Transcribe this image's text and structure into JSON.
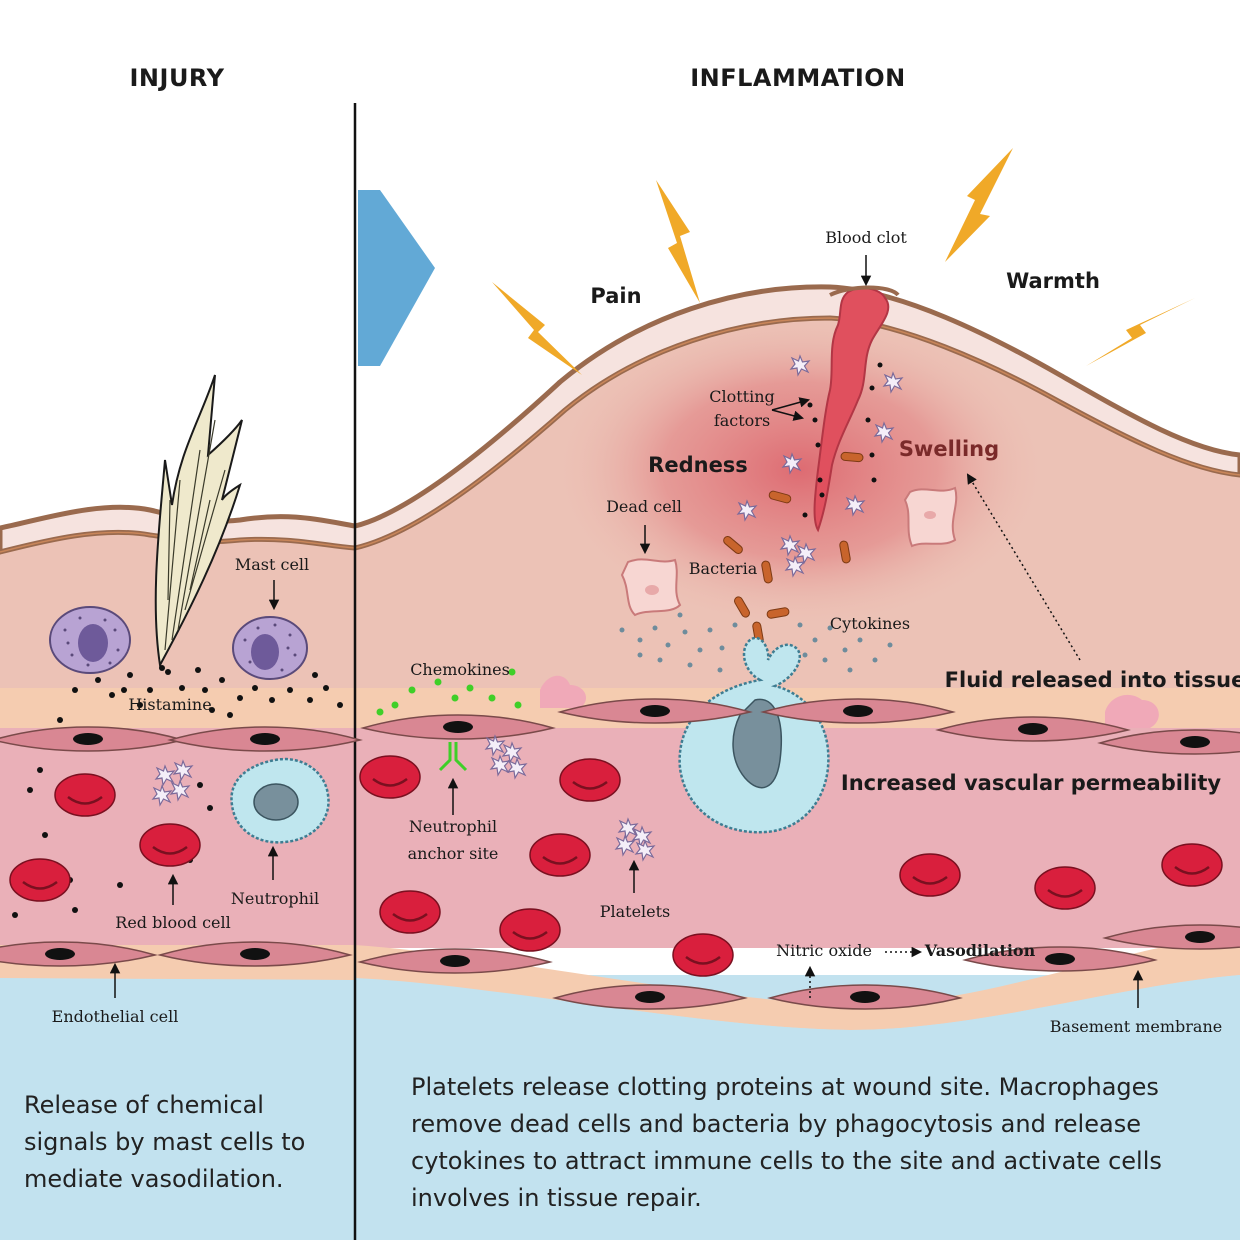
{
  "headers": {
    "injury": "INJURY",
    "inflammation": "INFLAMMATION"
  },
  "labels": {
    "mast_cell": "Mast cell",
    "histamine": "Histamine",
    "red_blood_cell": "Red blood cell",
    "neutrophil": "Neutrophil",
    "endothelial_cell": "Endothelial cell",
    "blood_clot": "Blood clot",
    "pain": "Pain",
    "warmth": "Warmth",
    "clotting_factors_1": "Clotting",
    "clotting_factors_2": "factors",
    "redness": "Redness",
    "swelling": "Swelling",
    "dead_cell": "Dead cell",
    "bacteria": "Bacteria",
    "cytokines": "Cytokines",
    "chemokines": "Chemokines",
    "fluid_released": "Fluid released into tissue",
    "increased_permeability": "Increased vascular permeability",
    "neutrophil_anchor_1": "Neutrophil",
    "neutrophil_anchor_2": "anchor site",
    "platelets": "Platelets",
    "nitric_oxide": "Nitric oxide",
    "vasodilation": "Vasodilation",
    "basement_membrane": "Basement membrane"
  },
  "captions": {
    "injury": [
      "Release of chemical",
      "signals by mast cells to",
      "mediate vasodilation."
    ],
    "inflammation": [
      "Platelets release clotting proteins at wound site. Macrophages",
      "remove dead cells and bacteria by phagocytosis and release",
      "cytokines to attract immune cells to the site and activate cells",
      "involves in tissue repair."
    ]
  },
  "colors": {
    "skin_top": "#f6e3df",
    "skin_outline": "#9a6a4e",
    "dermis": "#ecc2b6",
    "redness": "#dc6a6f",
    "basement": "#f5ccb0",
    "vessel": "#eab0b8",
    "tissue_below": "#c2e2ef",
    "red_blood_cell": "#d91f3d",
    "mast_cell": "#b8a3d3",
    "neutrophil": "#bfe6ee",
    "endothelial": "#d98793",
    "clot": "#e0505e",
    "bacteria": "#c8642c",
    "lightning": "#f0a928",
    "arrow": "#62a9d6",
    "chemokine": "#3fcf28",
    "cytokine": "#6e8c9c"
  }
}
